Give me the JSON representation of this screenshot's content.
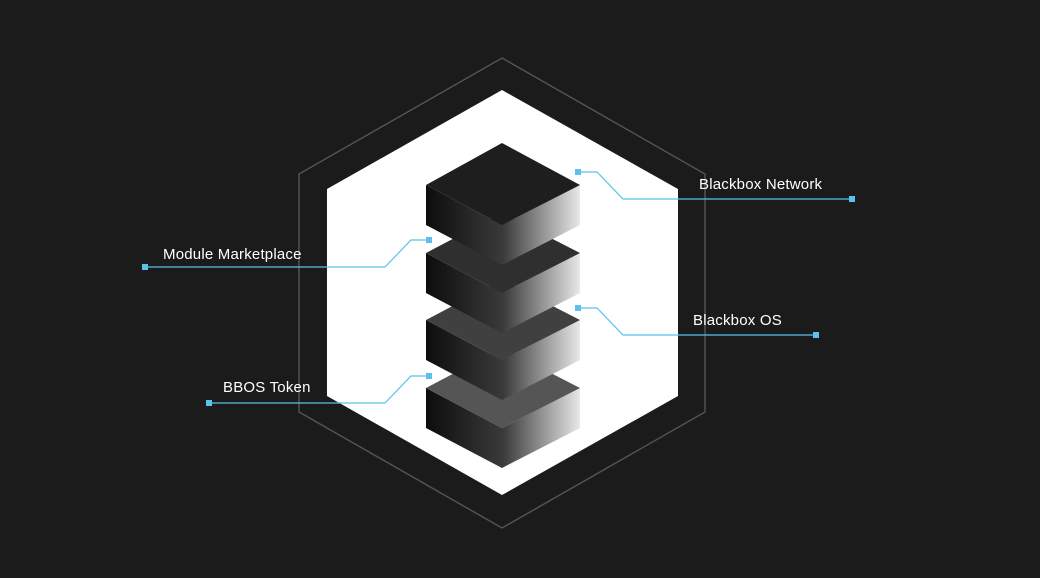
{
  "colors": {
    "background": "#1b1b1b",
    "outer_hex_stroke": "#555555",
    "inner_hex_fill": "#ffffff",
    "accent": "#5bc0eb",
    "label_text": "#ffffff"
  },
  "layers": [
    {
      "name": "layer-1",
      "top_color": "#1e1e1e"
    },
    {
      "name": "layer-2",
      "top_color": "#2f2f2f"
    },
    {
      "name": "layer-3",
      "top_color": "#404040"
    },
    {
      "name": "layer-4",
      "top_color": "#555555"
    }
  ],
  "labels": {
    "blackbox_network": "Blackbox Network",
    "module_marketplace": "Module Marketplace",
    "blackbox_os": "Blackbox OS",
    "bbos_token": "BBOS Token"
  }
}
